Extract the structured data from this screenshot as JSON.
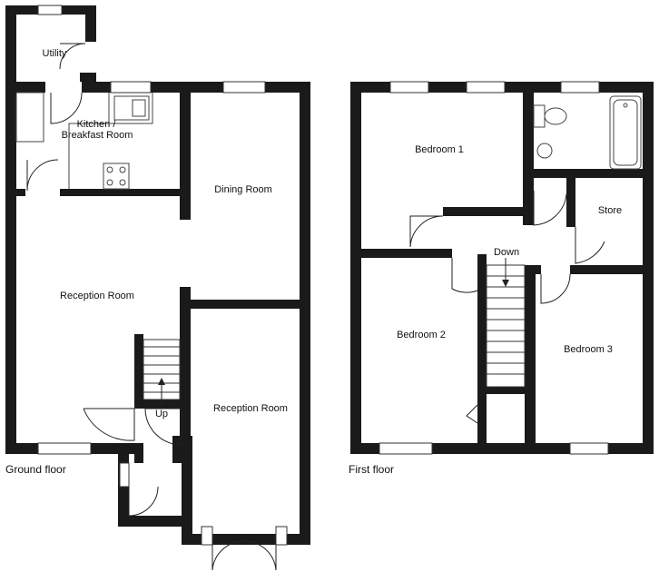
{
  "floors": {
    "ground": {
      "caption": "Ground floor",
      "rooms": {
        "utility": "Utility",
        "kitchen_line1": "Kitchen /",
        "kitchen_line2": "Breakfast Room",
        "dining": "Dining Room",
        "reception1": "Reception Room",
        "reception2": "Reception Room"
      },
      "stairs_label": "Up"
    },
    "first": {
      "caption": "First floor",
      "rooms": {
        "bedroom1": "Bedroom 1",
        "bedroom2": "Bedroom 2",
        "bedroom3": "Bedroom 3",
        "store": "Store"
      },
      "stairs_label": "Down"
    }
  }
}
